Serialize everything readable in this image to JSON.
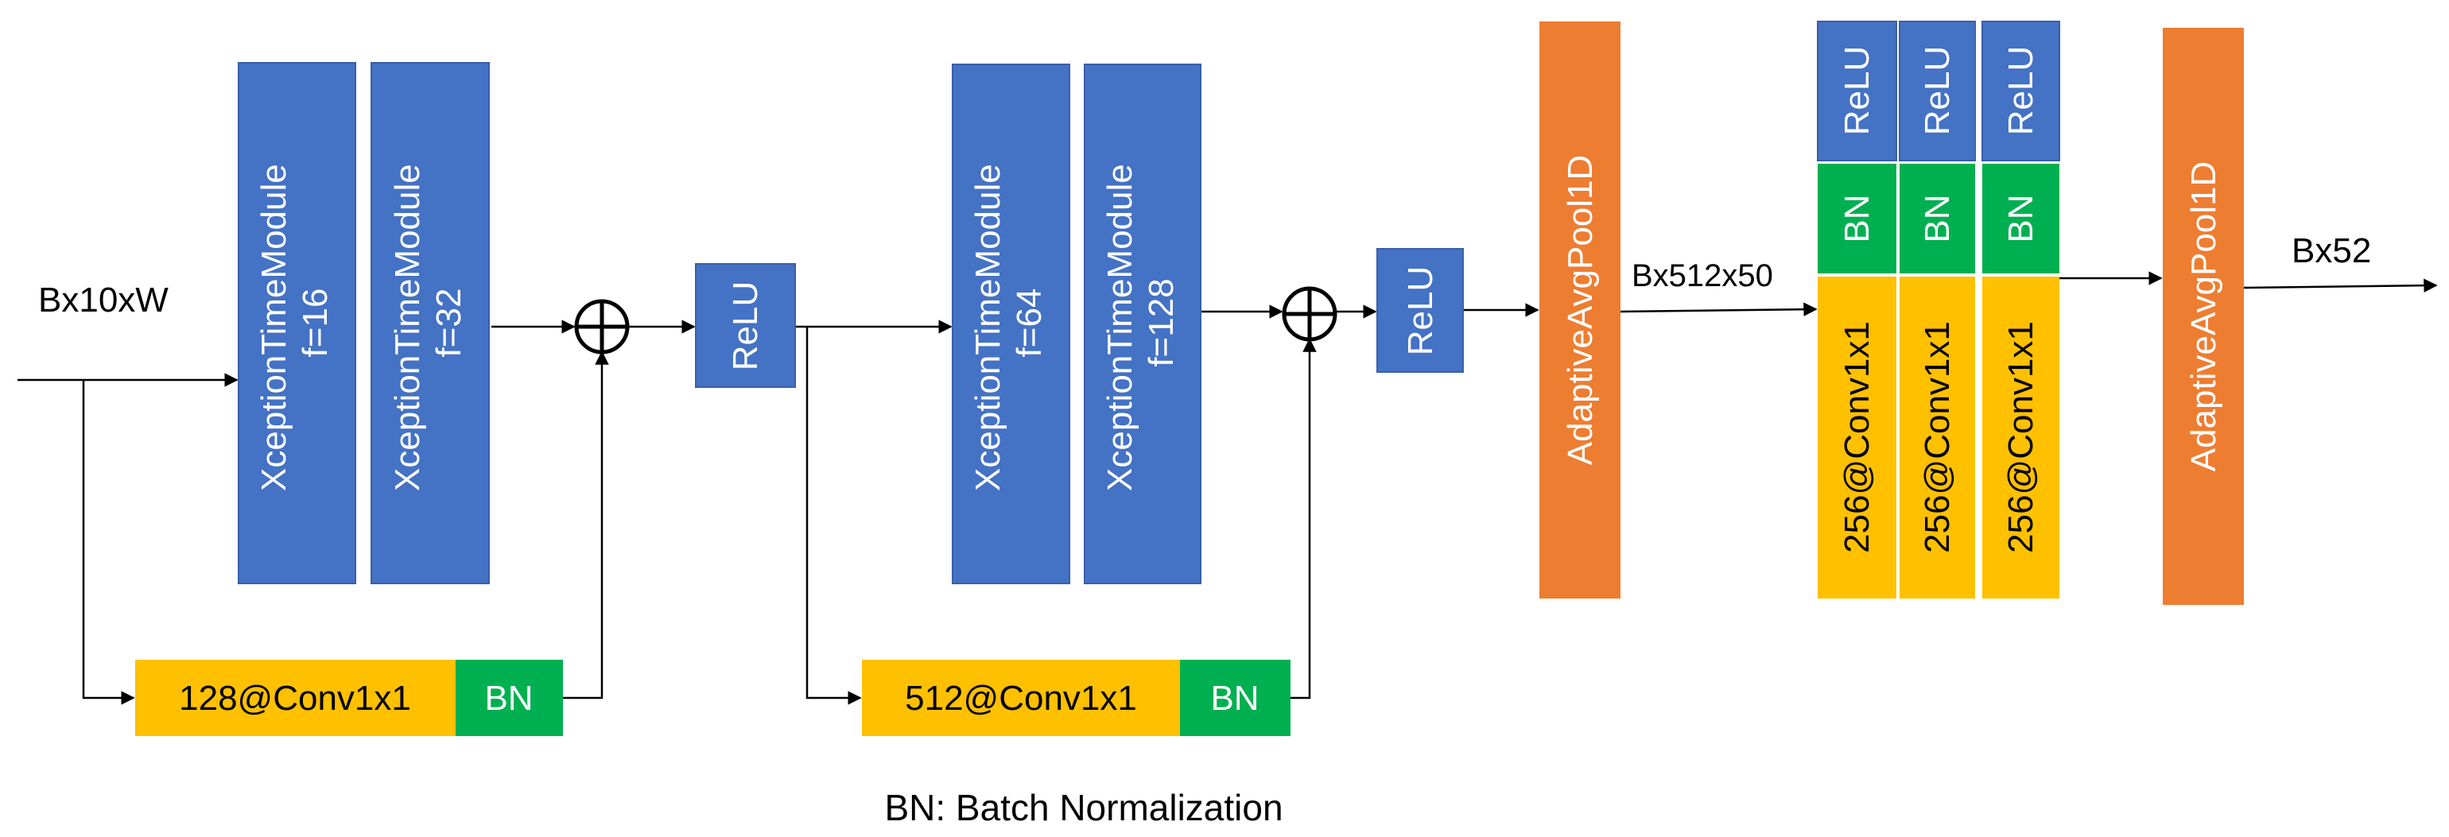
{
  "colors": {
    "xception": "#4472C4",
    "relu": "#4472C4",
    "conv": "#FFC000",
    "bn": "#00B050",
    "pool": "#ED7D31",
    "text_dark": "#000000",
    "text_light": "#ffffff",
    "line": "#000000",
    "border": "#3A5FA8"
  },
  "input_label": "Bx10xW",
  "block1": {
    "module_a": {
      "line1": "XceptionTimeModule",
      "line2": "f=16"
    },
    "module_b": {
      "line1": "XceptionTimeModule",
      "line2": "f=32"
    },
    "shortcut_conv": "128@Conv1x1",
    "shortcut_bn": "BN",
    "relu": "ReLU"
  },
  "block2": {
    "module_a": {
      "line1": "XceptionTimeModule",
      "line2": "f=64"
    },
    "module_b": {
      "line1": "XceptionTimeModule",
      "line2": "f=128"
    },
    "shortcut_conv": "512@Conv1x1",
    "shortcut_bn": "BN",
    "relu": "ReLU"
  },
  "pool1": "AdaptiveAvgPool1D",
  "pool1_out_label": "Bx512x50",
  "head_columns": [
    {
      "relu": "ReLU",
      "bn": "BN",
      "conv": "256@Conv1x1"
    },
    {
      "relu": "ReLU",
      "bn": "BN",
      "conv": "256@Conv1x1"
    },
    {
      "relu": "ReLU",
      "bn": "BN",
      "conv": "256@Conv1x1"
    }
  ],
  "pool2": "AdaptiveAvgPool1D",
  "output_label": "Bx52",
  "legend": "BN: Batch Normalization",
  "icons": {
    "sum": "circle-plus-icon",
    "arrow": "arrowhead-icon"
  }
}
